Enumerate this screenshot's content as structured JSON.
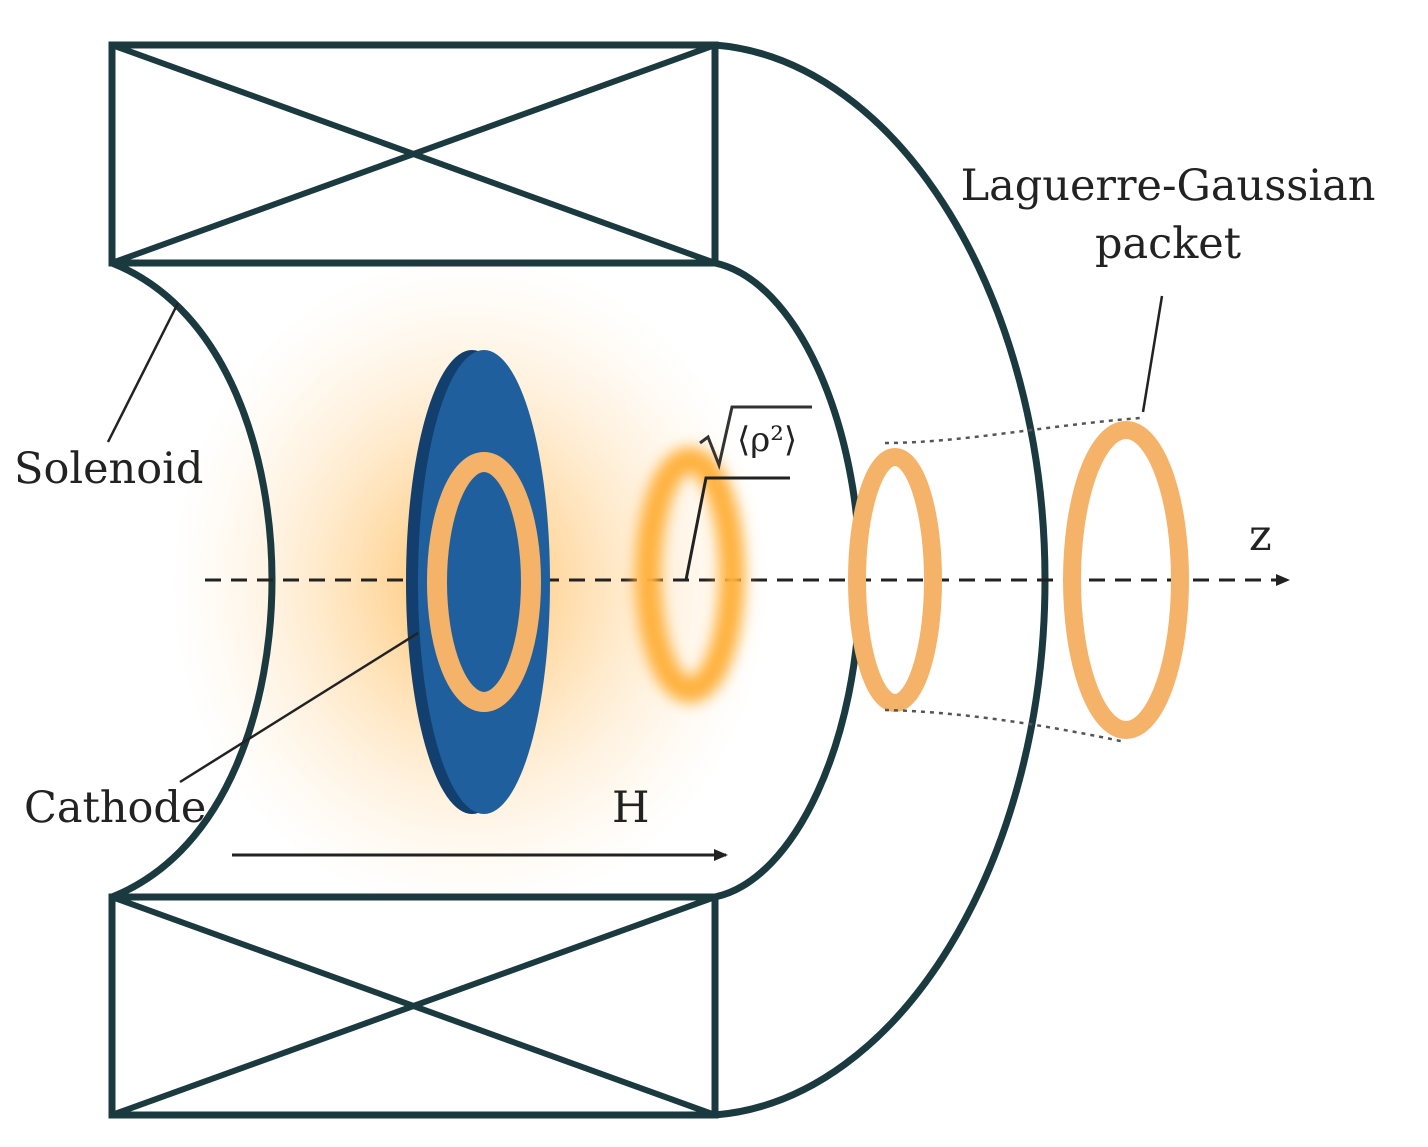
{
  "labels": {
    "solenoid": "Solenoid",
    "cathode": "Cathode",
    "field": "H",
    "axis": "z",
    "packet_line1": "Laguerre-Gaussian",
    "packet_line2": "packet",
    "rms_radius": "⟨ρ²⟩"
  },
  "colors": {
    "outline": "#1b3a3f",
    "cathode": "#1f5f9e",
    "cathode_edge": "#123f6e",
    "ring": "#f5b36a",
    "glow": "#ffb347",
    "axis": "#222222"
  }
}
